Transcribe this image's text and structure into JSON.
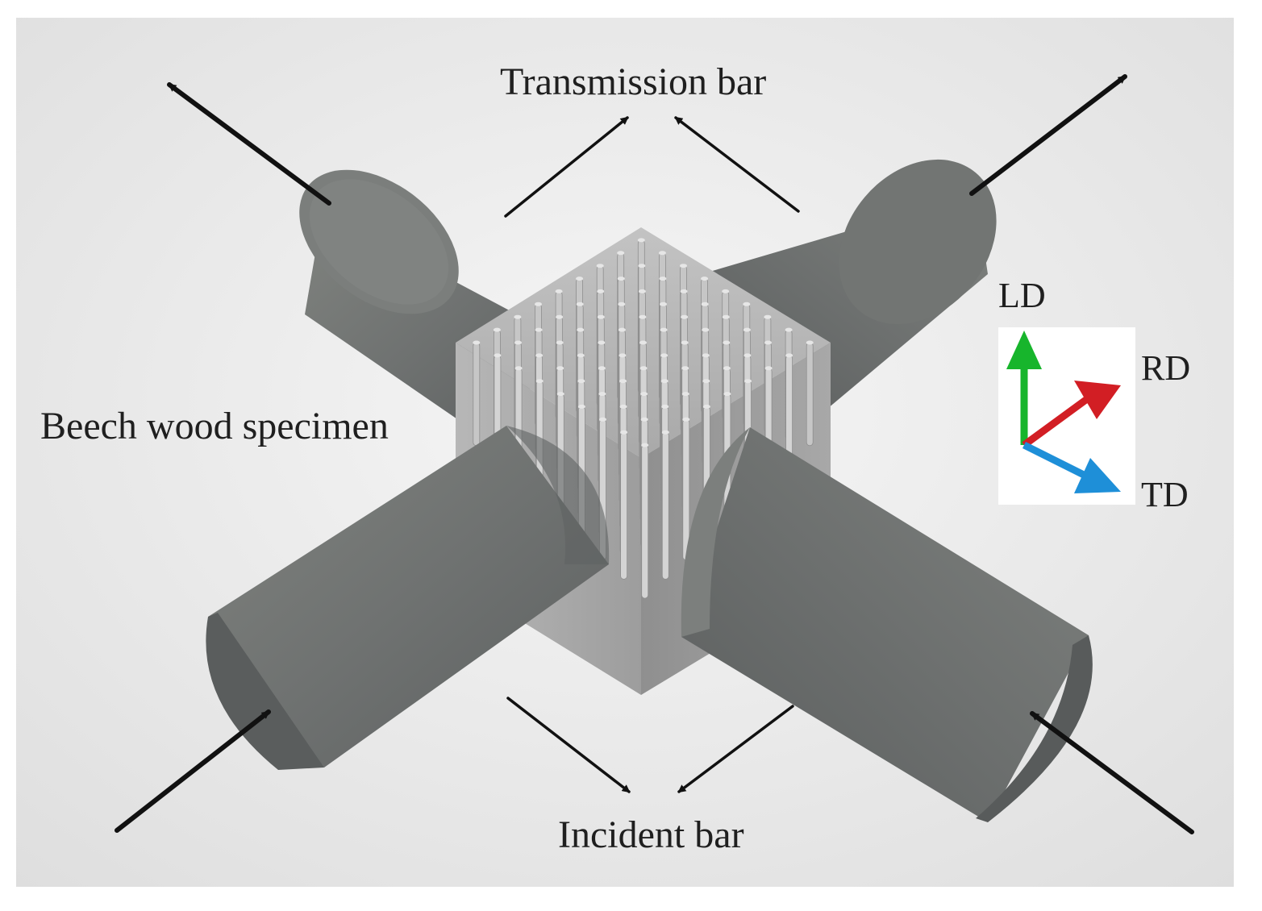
{
  "labels": {
    "transmission_bar": "Transmission bar",
    "incident_bar": "Incident bar",
    "specimen": "Beech wood specimen",
    "axis_ld": "LD",
    "axis_rd": "RD",
    "axis_td": "TD"
  },
  "colors": {
    "bar": "#6e7172",
    "arrow": "#111111",
    "axis_ld": "#17b52c",
    "axis_rd": "#d21e24",
    "axis_td": "#1e8fd8"
  },
  "icons": [
    "bar-cylinder",
    "specimen-cube",
    "load-arrow",
    "axis-triad"
  ]
}
